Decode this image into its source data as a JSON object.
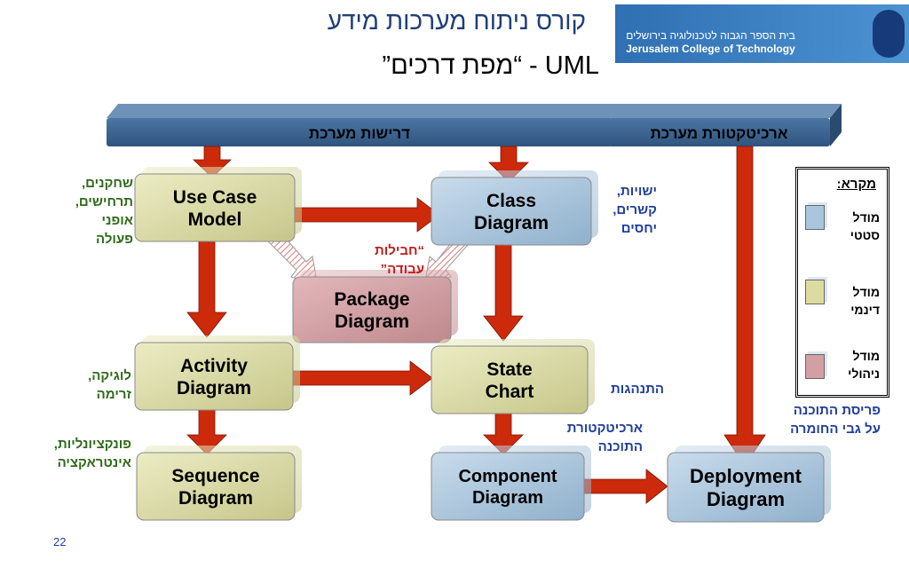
{
  "title": {
    "line1": "קורס ניתוח מערכות מידע",
    "line2": "UML - “מפת דרכים”"
  },
  "logo": {
    "hebrew": "בית הספר הגבוה לטכנולוגיה בירושלים",
    "english": "Jerusalem College of Technology"
  },
  "bars": {
    "requirements": "דרישות מערכת",
    "architecture": "ארכיטקטורת מערכת"
  },
  "boxes": {
    "usecase": [
      "Use Case",
      "Model"
    ],
    "class": [
      "Class",
      "Diagram"
    ],
    "package": [
      "Package",
      "Diagram"
    ],
    "activity": [
      "Activity",
      "Diagram"
    ],
    "state": [
      "State",
      "Chart"
    ],
    "sequence": [
      "Sequence",
      "Diagram"
    ],
    "component": [
      "Component",
      "Diagram"
    ],
    "deployment": [
      "Deployment",
      "Diagram"
    ]
  },
  "labels": {
    "usecase": [
      "שחקנים,",
      "תרחישים,",
      "אופני",
      "פעולה"
    ],
    "class": [
      "ישויות,",
      "קשרים,",
      "יחסים"
    ],
    "package": [
      "“חבילות",
      "עבודה”"
    ],
    "activity": [
      "לוגיקה,",
      "זרימה"
    ],
    "state": [
      "התנהגות"
    ],
    "sequence": [
      "פונקציונליות,",
      "אינטראקציה"
    ],
    "component": [
      "ארכיטקטורת",
      "התוכנה"
    ],
    "deployment": [
      "פריסת התוכנה",
      "על גבי החומרה"
    ]
  },
  "legend": {
    "title": "מקרא:",
    "items": [
      {
        "lines": [
          "מודל",
          "סטטי"
        ],
        "color": "#a9c6de"
      },
      {
        "lines": [
          "מודל",
          "דינמי"
        ],
        "color": "#dcdca0"
      },
      {
        "lines": [
          "מודל",
          "ניהולי"
        ],
        "color": "#d2a0a4"
      }
    ]
  },
  "colors": {
    "arrow": "#cc2a0a",
    "bar": "#3d6490",
    "static": "#a9c6de",
    "dynamic": "#dcdca0",
    "managerial": "#d2a0a4"
  },
  "page_number": "22"
}
